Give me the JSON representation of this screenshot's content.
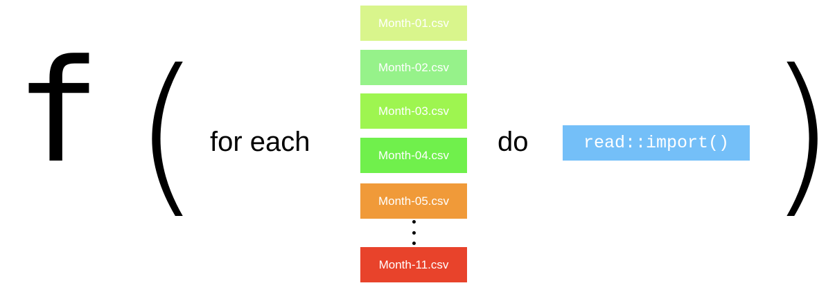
{
  "function_symbol": "f",
  "paren_open": "(",
  "paren_close": ")",
  "phrase_for_each": "for each",
  "phrase_do": "do",
  "files": [
    {
      "label": "Month-01.csv",
      "color": "#d9f58c"
    },
    {
      "label": "Month-02.csv",
      "color": "#96f28a"
    },
    {
      "label": "Month-03.csv",
      "color": "#9ef550"
    },
    {
      "label": "Month-04.csv",
      "color": "#70f04c"
    },
    {
      "label": "Month-05.csv",
      "color": "#f09a39"
    },
    {
      "label": "Month-11.csv",
      "color": "#e8432b"
    }
  ],
  "ellipsis_icon": "vertical-ellipsis",
  "code_label": "read::import()",
  "code_color": "#74bff8"
}
